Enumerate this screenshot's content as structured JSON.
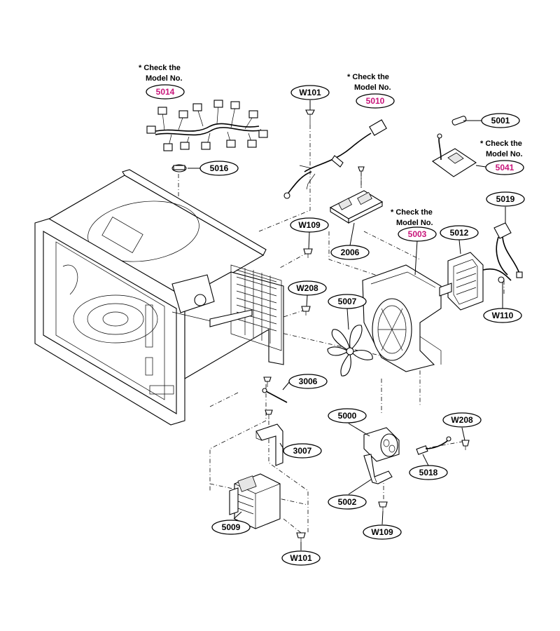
{
  "colors": {
    "line": "#000000",
    "highlight": "#c8157a",
    "background": "#ffffff"
  },
  "notes": {
    "n5014": [
      "* Check the",
      "Model No."
    ],
    "n5010": [
      "* Check the",
      "Model No."
    ],
    "n5041": [
      "* Check the",
      "Model No."
    ],
    "n5003": [
      "* Check the",
      "Model No."
    ]
  },
  "callouts": {
    "c5014": "5014",
    "cW101a": "W101",
    "c5010": "5010",
    "c5001": "5001",
    "c5041": "5041",
    "c5016": "5016",
    "c5019": "5019",
    "cW109a": "W109",
    "c5003": "5003",
    "c5012": "5012",
    "c2006": "2006",
    "cW208a": "W208",
    "c5007": "5007",
    "cW110": "W110",
    "c3006": "3006",
    "c5000": "5000",
    "cW208b": "W208",
    "c3007": "3007",
    "c5018": "5018",
    "c5002": "5002",
    "c5009": "5009",
    "cW109b": "W109",
    "cW101b": "W101"
  }
}
